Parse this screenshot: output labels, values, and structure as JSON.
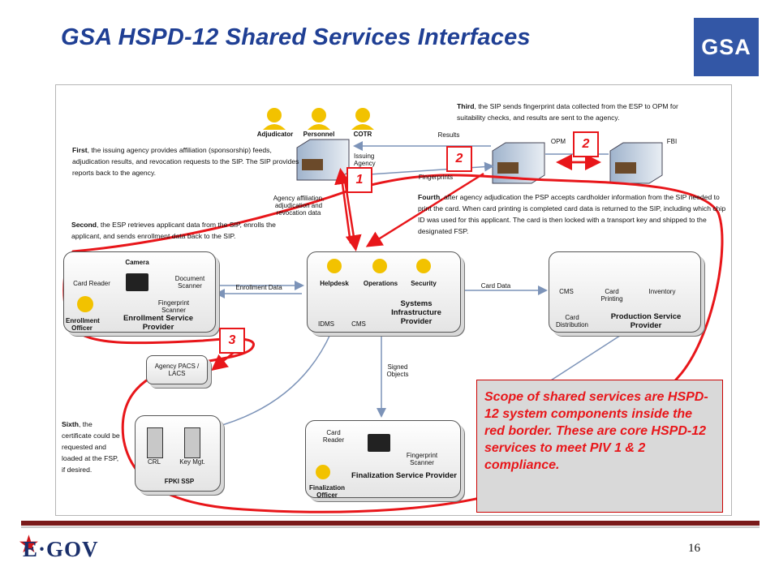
{
  "slide": {
    "title": "GSA HSPD-12 Shared Services Interfaces",
    "logo_text": "GSA",
    "page_number": "16",
    "footer_logo": "E·GOV"
  },
  "colors": {
    "title": "#1f3f94",
    "accent_red": "#e8161a",
    "logo_blue": "#3357a6"
  },
  "roles": {
    "adjudicator": "Adjudicator",
    "personnel": "Personnel",
    "cotr": "COTR"
  },
  "nodes": {
    "issuing_agency": "Issuing Agency",
    "opm": "OPM",
    "fbi": "FBI",
    "esp": {
      "title": "Enrollment Service Provider",
      "camera": "Camera",
      "document_scanner": "Document Scanner",
      "card_reader": "Card Reader",
      "fingerprint_scanner": "Fingerprint Scanner",
      "enrollment_officer": "Enrollment Officer"
    },
    "sip": {
      "title": "Systems Infrastructure Provider",
      "helpdesk": "Helpdesk",
      "operations": "Operations",
      "security": "Security",
      "idms": "IDMS",
      "cms": "CMS"
    },
    "psp": {
      "title": "Production Service Provider",
      "cms": "CMS",
      "card_printing": "Card Printing",
      "inventory": "Inventory",
      "card_distribution": "Card Distribution"
    },
    "agency_pacs": "Agency PACS / LACS",
    "fpki": {
      "title": "FPKI SSP",
      "crl": "CRL",
      "key_mgt": "Key Mgt."
    },
    "fsp": {
      "title": "Finalization Service Provider",
      "card_reader": "Card Reader",
      "fingerprint_scanner": "Fingerprint Scanner",
      "finalization_officer": "Finalization Officer"
    }
  },
  "flows": {
    "results": "Results",
    "fingerprints": "Fingerprints",
    "agency_affiliation": "Agency affiliation, adjudication and revocation data",
    "enrollment_data": "Enrollment Data",
    "card_data": "Card Data",
    "signed_objects": "Signed Objects"
  },
  "notes": {
    "first_lead": "First",
    "first": ", the issuing agency provides affiliation (sponsorship) feeds, adjudication results, and revocation requests to the SIP.   The SIP provides reports back to the agency.",
    "second_lead": "Second",
    "second": ", the ESP retrieves applicant data from the SIP, enrolls the applicant, and sends enrollment data back to the SIP.",
    "third_lead": "Third",
    "third": ", the SIP sends fingerprint data collected from the ESP to OPM for suitability checks, and results are sent to the agency.",
    "fourth_lead": "Fourth",
    "fourth": ", after agency adjudication the PSP accepts cardholder information from the SIP needed to print the card.  When card printing is completed card data is returned to the SIP, including which chip ID was used for this applicant.  The card is then locked with a transport key and shipped to the designated FSP.",
    "sixth_lead": "Sixth",
    "sixth": ", the certificate could be requested and loaded at the FSP,  if desired."
  },
  "markers": {
    "m1": "1",
    "m2a": "2",
    "m2b": "2",
    "m3": "3"
  },
  "scope_text": "Scope of shared services are HSPD-12 system components inside the red border.  These are core HSPD-12 services to meet PIV 1 & 2 compliance."
}
